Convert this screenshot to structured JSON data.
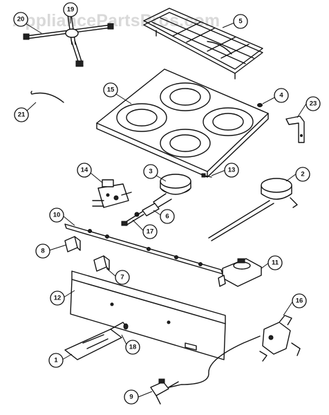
{
  "watermark": "AppliancePartsPros.com",
  "callouts": {
    "n1": "1",
    "n2": "2",
    "n3": "3",
    "n4": "4",
    "n5": "5",
    "n6": "6",
    "n7": "7",
    "n8": "8",
    "n9": "9",
    "n10": "10",
    "n11": "11",
    "n12": "12",
    "n13": "13",
    "n14": "14",
    "n15": "15",
    "n16": "16",
    "n17": "17",
    "n18": "18",
    "n19": "19",
    "n20": "20",
    "n21": "21",
    "n23": "23"
  }
}
